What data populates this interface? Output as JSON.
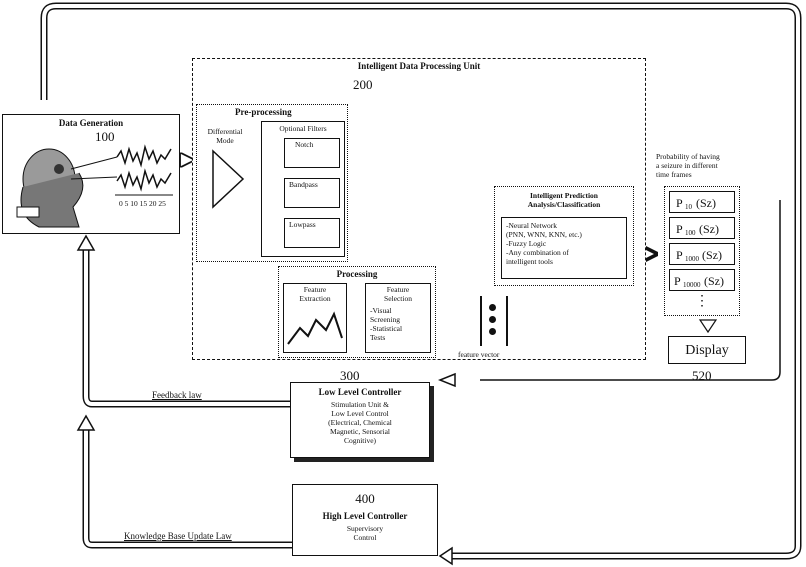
{
  "data_generation": {
    "title": "Data Generation",
    "number": "100",
    "ticks": "0  5  10 15 20  25"
  },
  "idpu": {
    "title": "Intelligent Data Processing Unit",
    "number": "200"
  },
  "preprocessing": {
    "title": "Pre-processing",
    "differential": "Differential\nMode",
    "optional_filters": "Optional Filters",
    "filters": [
      "Notch",
      "Bandpass",
      "Lowpass"
    ]
  },
  "processing": {
    "title": "Processing",
    "feature_extraction": "Feature\nExtraction",
    "feature_selection": "Feature\nSelection",
    "selection_items": "-Visual\nScreening\n-Statistical\nTests",
    "feature_vector": "feature vector"
  },
  "prediction": {
    "title": "Intelligent Prediction\nAnalysis/Classification",
    "items": "-Neural Network\n(PNN, WNN, KNN, etc.)\n-Fuzzy Logic\n-Any combination of\nintelligent tools"
  },
  "probability": {
    "title": "Probability of having\na seizure in different\ntime frames",
    "p_label": "P",
    "sz_label": "(Sz)",
    "subscripts": [
      "10",
      "100",
      "1000",
      "10000"
    ],
    "ellipsis": "⋮"
  },
  "display": {
    "label": "Display",
    "number": "520"
  },
  "low_level": {
    "number": "300",
    "title": "Low Level Controller",
    "sub": "Stimulation Unit &\nLow Level Control\n(Electrical, Chemical\nMagnetic, Sensorial\nCognitive)"
  },
  "high_level": {
    "number": "400",
    "title": "High Level Controller",
    "sub": "Supervisory\nControl"
  },
  "feedback_law": "Feedback law",
  "knowledge_law": "Knowledge Base Update Law"
}
